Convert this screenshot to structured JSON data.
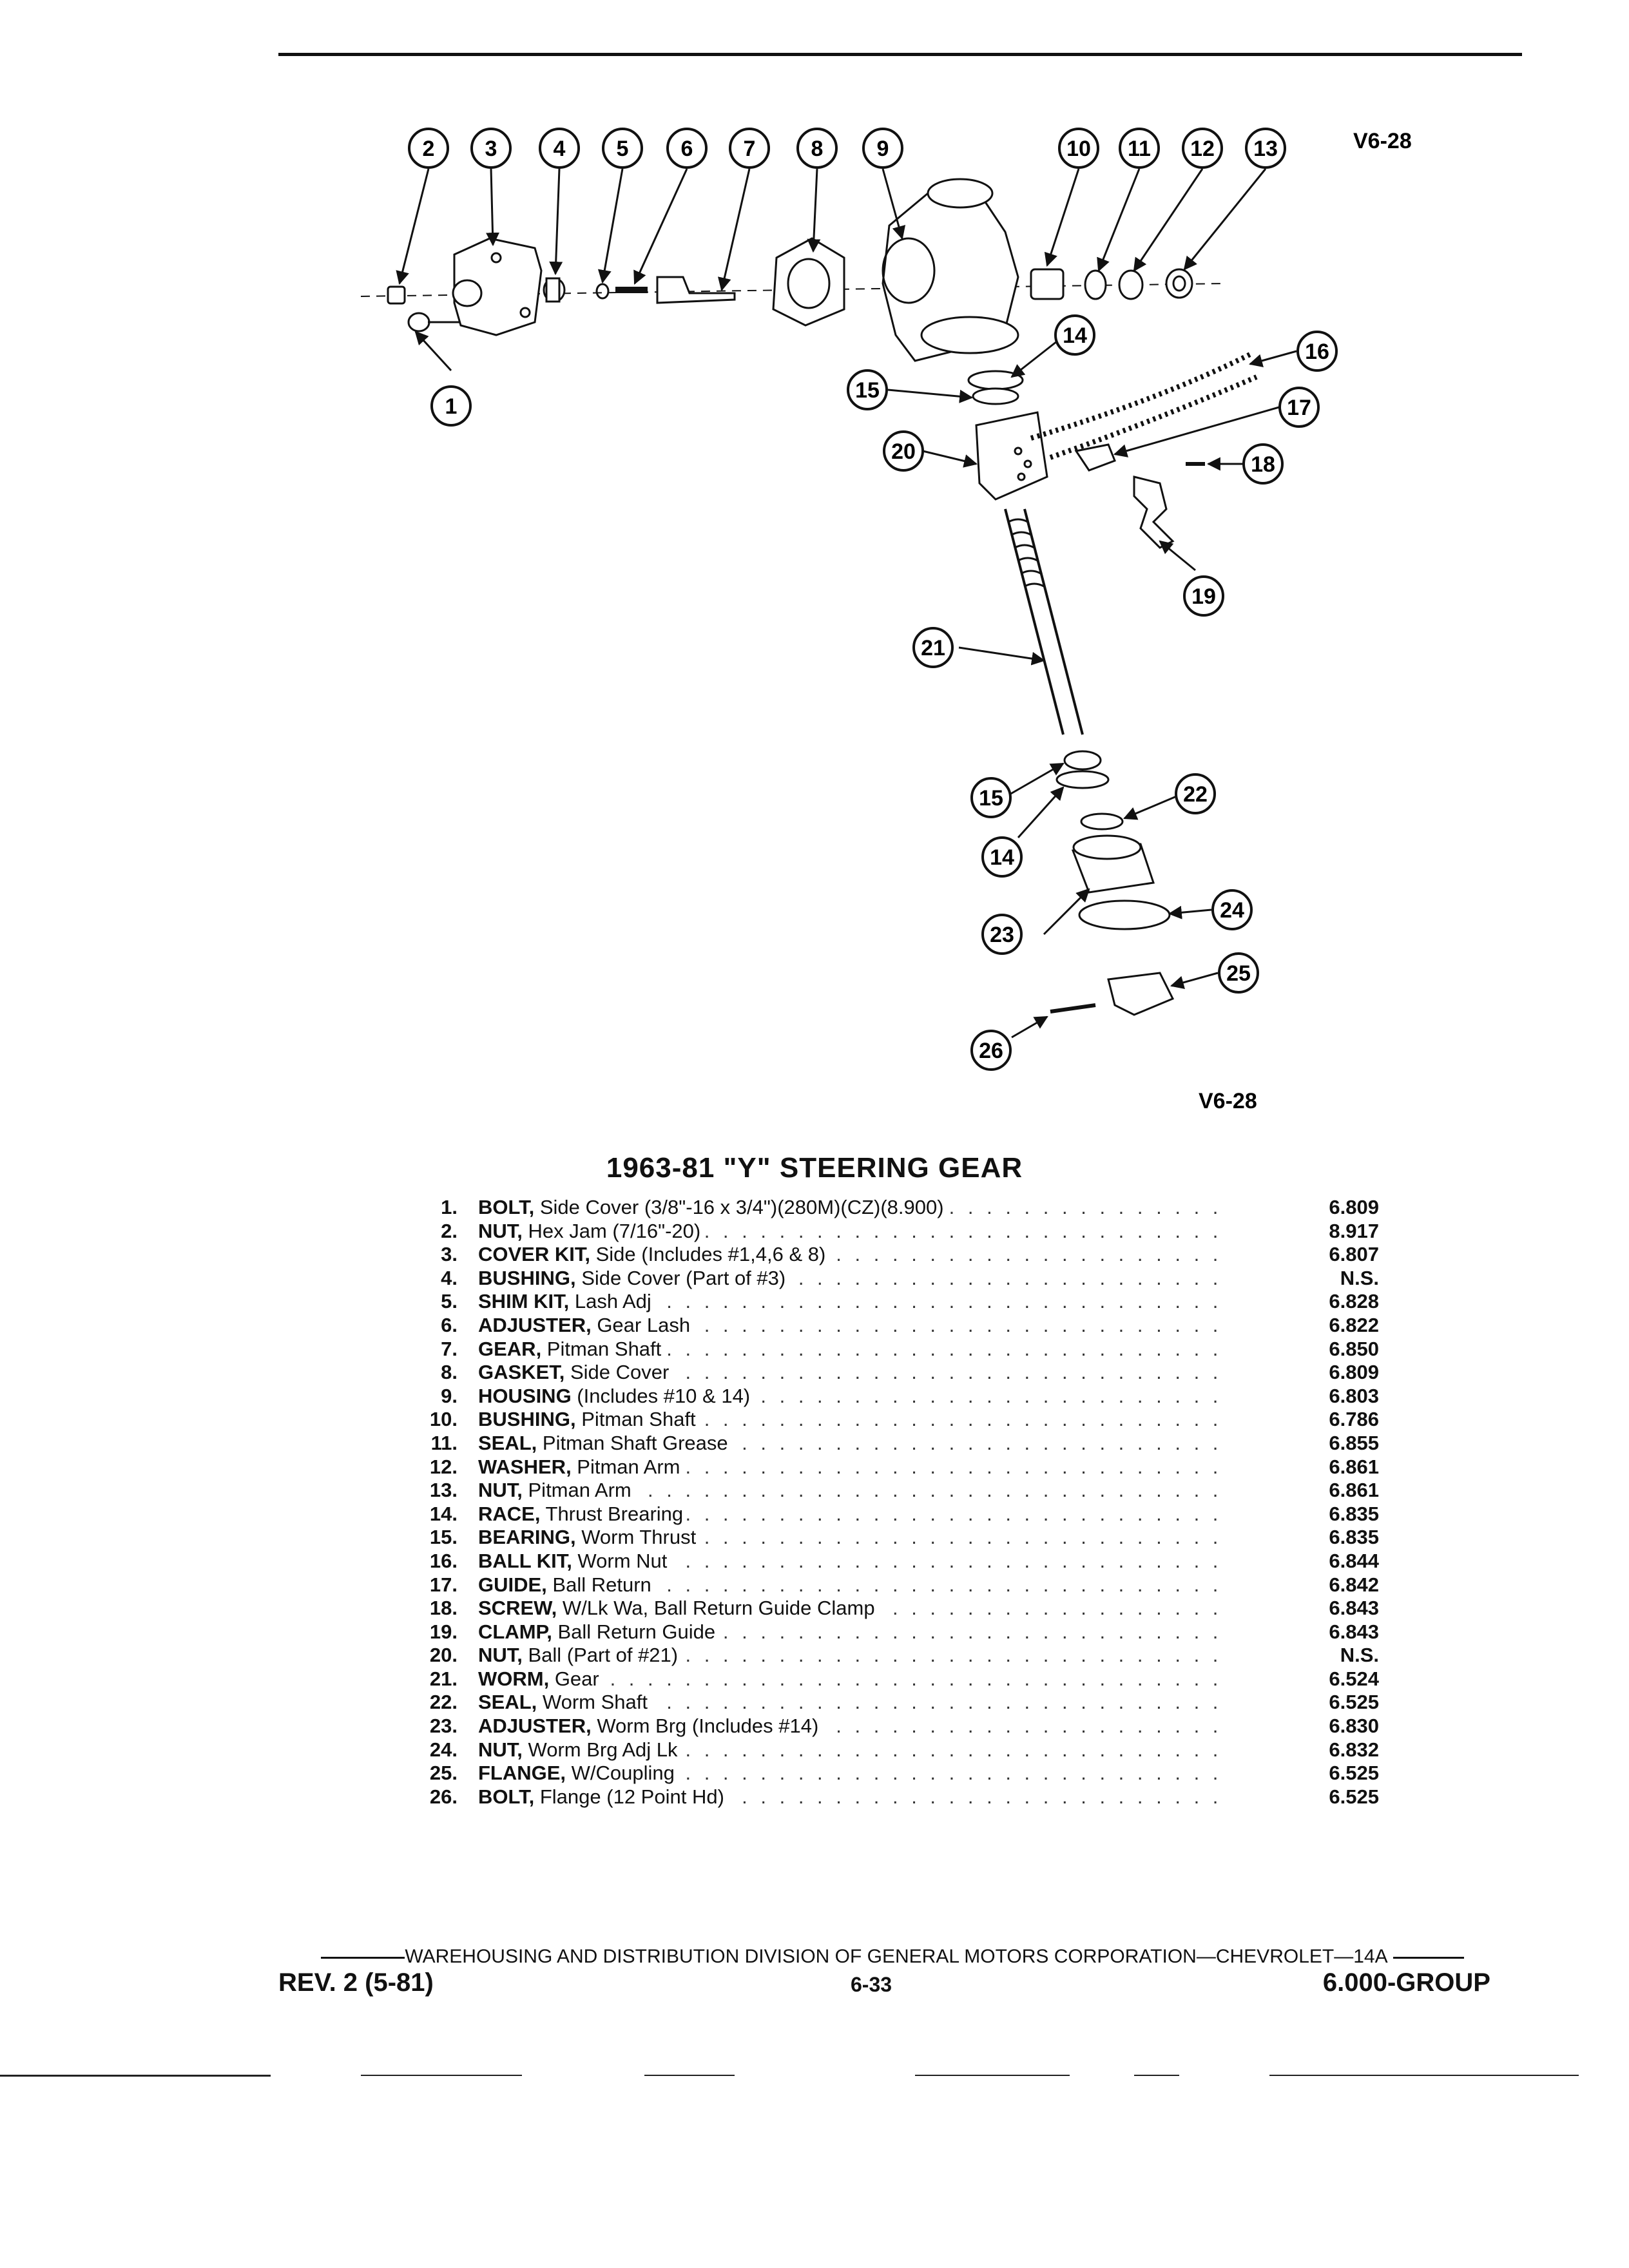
{
  "diagram": {
    "code_top": "V6-28",
    "code_bottom": "V6-28",
    "callouts": [
      "1",
      "2",
      "3",
      "4",
      "5",
      "6",
      "7",
      "8",
      "9",
      "10",
      "11",
      "12",
      "13",
      "14",
      "15",
      "16",
      "17",
      "18",
      "19",
      "20",
      "21",
      "22",
      "23",
      "24",
      "25",
      "26"
    ]
  },
  "title": "1963-81 \"Y\" STEERING GEAR",
  "parts": [
    {
      "num": "1.",
      "name": "BOLT,",
      "desc": " Side Cover (3/8\"-16 x 3/4\")(280M)(CZ)(8.900)",
      "code": "6.809"
    },
    {
      "num": "2.",
      "name": "NUT,",
      "desc": " Hex Jam (7/16\"-20)",
      "code": "8.917"
    },
    {
      "num": "3.",
      "name": "COVER KIT,",
      "desc": " Side (Includes #1,4,6 & 8)",
      "code": "6.807"
    },
    {
      "num": "4.",
      "name": "BUSHING,",
      "desc": " Side Cover (Part of #3)",
      "code": "N.S."
    },
    {
      "num": "5.",
      "name": "SHIM KIT,",
      "desc": " Lash Adj",
      "code": "6.828"
    },
    {
      "num": "6.",
      "name": "ADJUSTER,",
      "desc": " Gear Lash",
      "code": "6.822"
    },
    {
      "num": "7.",
      "name": "GEAR,",
      "desc": " Pitman Shaft",
      "code": "6.850"
    },
    {
      "num": "8.",
      "name": "GASKET,",
      "desc": " Side Cover",
      "code": "6.809"
    },
    {
      "num": "9.",
      "name": "HOUSING",
      "desc": " (Includes #10 & 14)",
      "code": "6.803"
    },
    {
      "num": "10.",
      "name": "BUSHING,",
      "desc": " Pitman Shaft",
      "code": "6.786"
    },
    {
      "num": "11.",
      "name": "SEAL,",
      "desc": " Pitman Shaft Grease",
      "code": "6.855"
    },
    {
      "num": "12.",
      "name": "WASHER,",
      "desc": " Pitman Arm",
      "code": "6.861"
    },
    {
      "num": "13.",
      "name": "NUT,",
      "desc": " Pitman Arm",
      "code": "6.861"
    },
    {
      "num": "14.",
      "name": "RACE,",
      "desc": " Thrust Brearing",
      "code": "6.835"
    },
    {
      "num": "15.",
      "name": "BEARING,",
      "desc": " Worm Thrust",
      "code": "6.835"
    },
    {
      "num": "16.",
      "name": "BALL KIT,",
      "desc": " Worm Nut",
      "code": "6.844"
    },
    {
      "num": "17.",
      "name": "GUIDE,",
      "desc": " Ball Return",
      "code": "6.842"
    },
    {
      "num": "18.",
      "name": "SCREW,",
      "desc": " W/Lk Wa, Ball Return Guide Clamp",
      "code": "6.843"
    },
    {
      "num": "19.",
      "name": "CLAMP,",
      "desc": " Ball Return Guide",
      "code": "6.843"
    },
    {
      "num": "20.",
      "name": "NUT,",
      "desc": " Ball (Part of #21)",
      "code": "N.S."
    },
    {
      "num": "21.",
      "name": "WORM,",
      "desc": " Gear",
      "code": "6.524"
    },
    {
      "num": "22.",
      "name": "SEAL,",
      "desc": " Worm Shaft",
      "code": "6.525"
    },
    {
      "num": "23.",
      "name": "ADJUSTER,",
      "desc": " Worm Brg (Includes #14)",
      "code": "6.830"
    },
    {
      "num": "24.",
      "name": "NUT,",
      "desc": " Worm Brg Adj Lk",
      "code": "6.832"
    },
    {
      "num": "25.",
      "name": "FLANGE,",
      "desc": " W/Coupling",
      "code": "6.525"
    },
    {
      "num": "26.",
      "name": "BOLT,",
      "desc": " Flange (12 Point Hd)",
      "code": "6.525"
    }
  ],
  "footer": {
    "division": "WAREHOUSING AND DISTRIBUTION  DIVISION OF GENERAL MOTORS CORPORATION—CHEVROLET—14A",
    "revision": "REV. 2 (5-81)",
    "page": "6-33",
    "group": "6.000-GROUP"
  }
}
